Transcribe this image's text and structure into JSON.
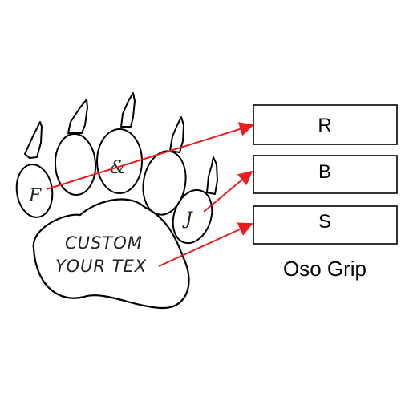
{
  "diagram": {
    "pad_text": {
      "line1": "CUSTOM",
      "line2": "YOUR TEX"
    },
    "toes": [
      {
        "letter": "F"
      },
      {
        "letter": ""
      },
      {
        "letter": "&"
      },
      {
        "letter": ""
      },
      {
        "letter": "J"
      }
    ],
    "label_boxes": [
      {
        "label": "R"
      },
      {
        "label": "B"
      },
      {
        "label": "S"
      }
    ],
    "caption": "Oso Grip",
    "arrow_color": "#ee1c1c",
    "outline_color": "#000000",
    "icon": "bear-paw-icon"
  }
}
